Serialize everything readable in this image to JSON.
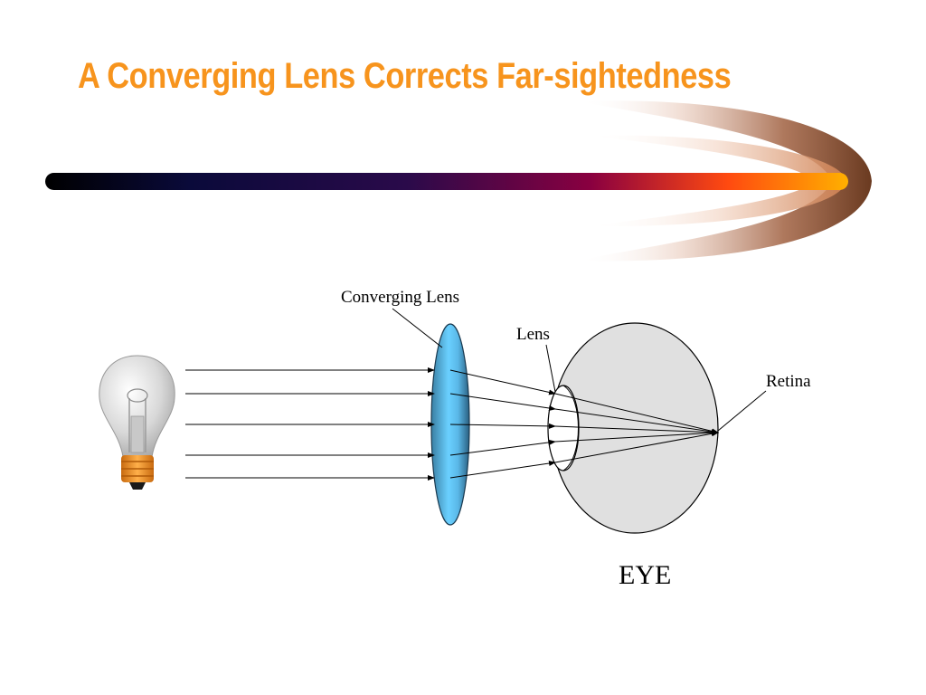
{
  "slide": {
    "title": "A Converging Lens Corrects Far-sightedness"
  },
  "diagram": {
    "labels": {
      "converging_lens": "Converging Lens",
      "lens": "Lens",
      "retina": "Retina",
      "eye": "EYE"
    },
    "light_rays": 5,
    "light_source_icon": "light-bulb-icon"
  },
  "colors": {
    "title": "#f7941d",
    "bar_start": "#000000",
    "bar_mid": "#1a0a4a",
    "bar_accent": "#c0003a",
    "bar_end": "#ffa500",
    "lens_light": "#6ad0ff",
    "lens_dark": "#3a7fa3",
    "eyeball": "#e0e0e0"
  }
}
